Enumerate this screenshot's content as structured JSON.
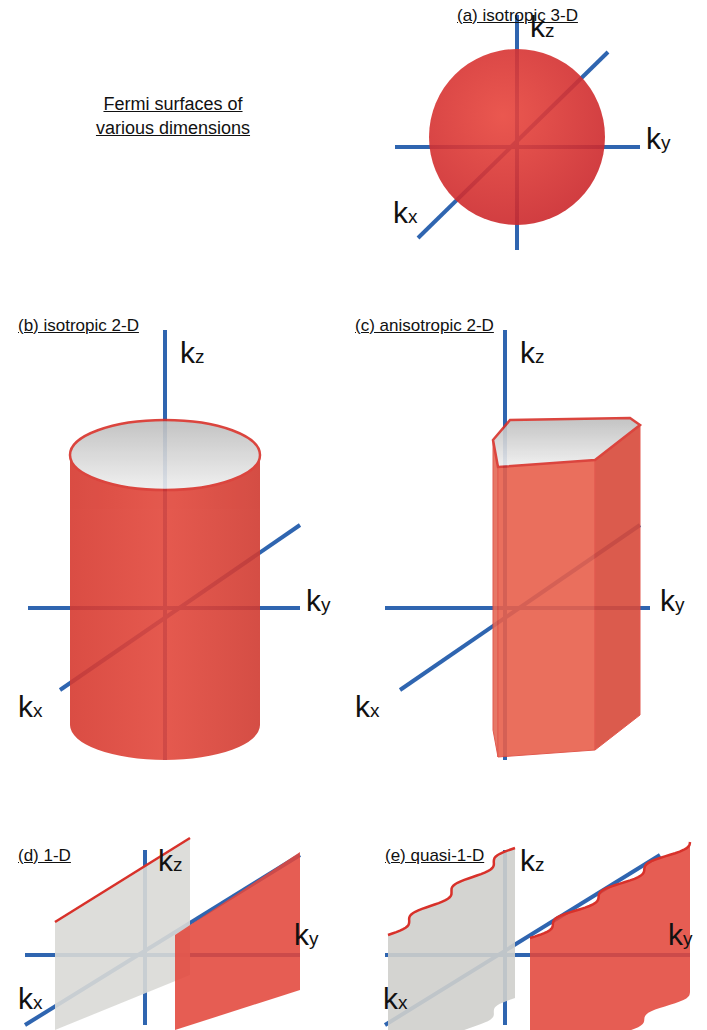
{
  "diagram": {
    "title": "Fermi surfaces of various dimensions",
    "labels": [
      "(a) isotropic 3-D",
      "kz",
      "ky",
      "kx",
      "(b) isotropic 2-D",
      "kz",
      "ky",
      "kx",
      "(c) anisotropic 2-D",
      "kz",
      "ky",
      "kx",
      "(d) 1-D",
      "kz",
      "ky",
      "kx",
      "(e) quasi-1-D",
      "kz",
      "ky",
      "kx"
    ]
  }
}
